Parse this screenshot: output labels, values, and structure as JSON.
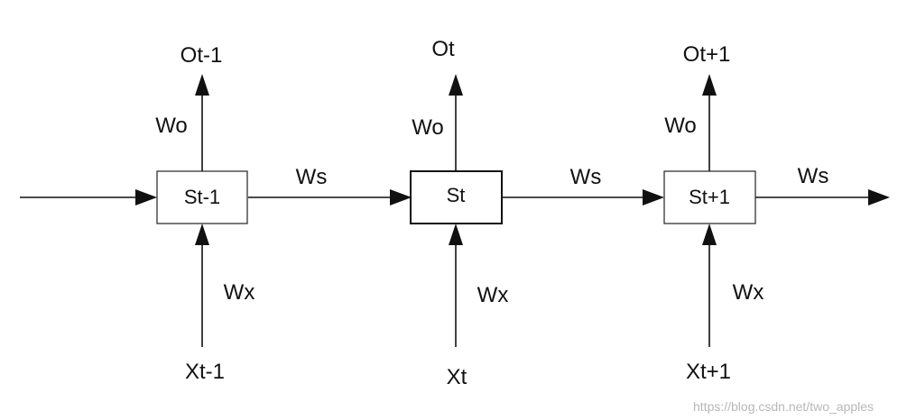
{
  "nodes": [
    {
      "label": "St-1",
      "output": "Ot-1",
      "input": "Xt-1",
      "output_weight": "Wo",
      "input_weight": "Wx"
    },
    {
      "label": "St",
      "output": "Ot",
      "input": "Xt",
      "output_weight": "Wo",
      "input_weight": "Wx"
    },
    {
      "label": "St+1",
      "output": "Ot+1",
      "input": "Xt+1",
      "output_weight": "Wo",
      "input_weight": "Wx"
    }
  ],
  "state_weights": [
    "Ws",
    "Ws",
    "Ws"
  ],
  "watermark": "https://blog.csdn.net/two_apples"
}
